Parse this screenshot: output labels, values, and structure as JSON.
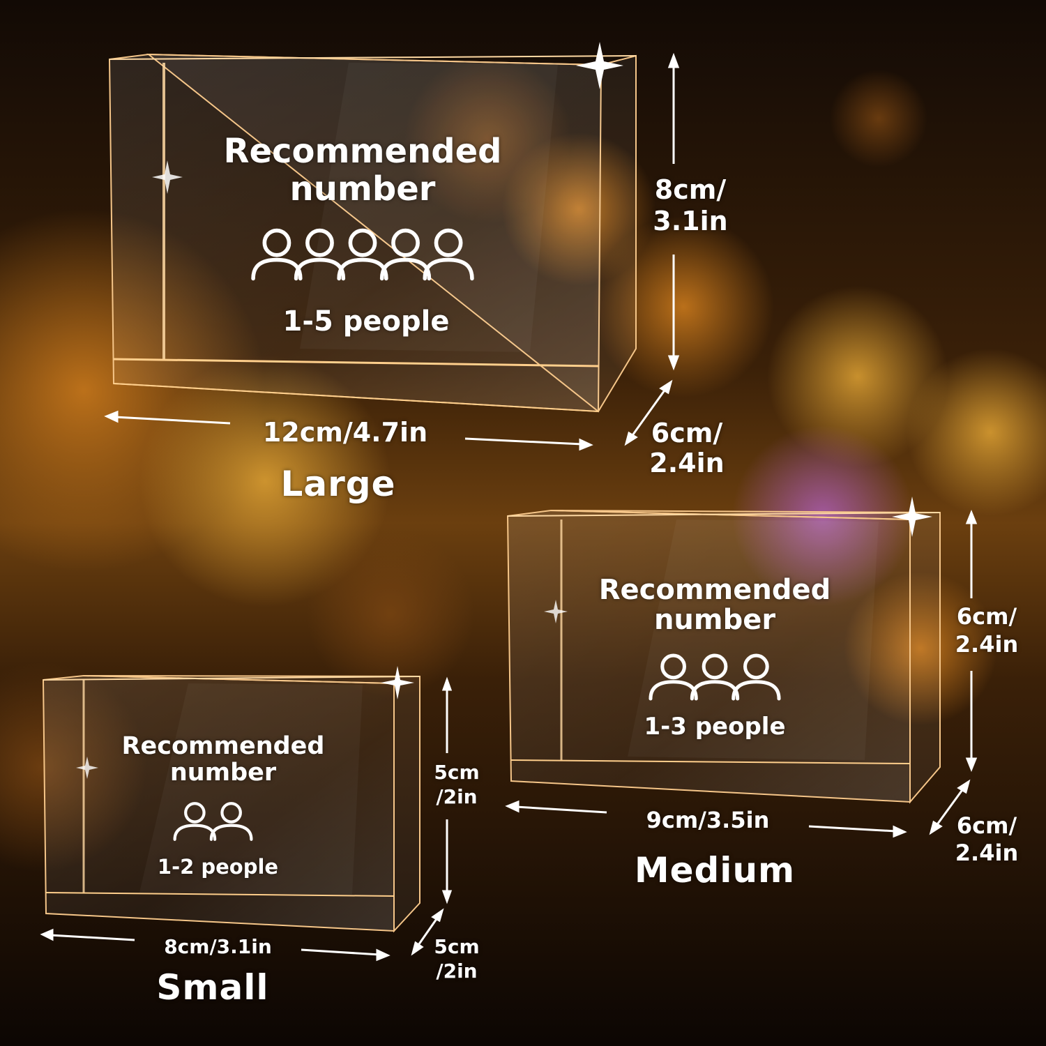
{
  "colors": {
    "accent": "#f5a23a",
    "background": "#120a05",
    "text": "#ffffff"
  },
  "large": {
    "heading_line1": "Recommended",
    "heading_line2": "number",
    "people_count": 5,
    "people_text": "1-5 people",
    "width_label": "12cm/4.7in",
    "height_line1": "8cm/",
    "height_line2": "3.1in",
    "depth_line1": "6cm/",
    "depth_line2": "2.4in",
    "size_name": "Large"
  },
  "medium": {
    "heading_line1": "Recommended",
    "heading_line2": "number",
    "people_count": 3,
    "people_text": "1-3 people",
    "width_label": "9cm/3.5in",
    "height_line1": "6cm/",
    "height_line2": "2.4in",
    "depth_line1": "6cm/",
    "depth_line2": "2.4in",
    "size_name": "Medium"
  },
  "small": {
    "heading_line1": "Recommended",
    "heading_line2": "number",
    "people_count": 2,
    "people_text": "1-2 people",
    "width_label": "8cm/3.1in",
    "height_line1": "5cm",
    "height_line2": "/2in",
    "depth_line1": "5cm",
    "depth_line2": "/2in",
    "size_name": "Small"
  }
}
